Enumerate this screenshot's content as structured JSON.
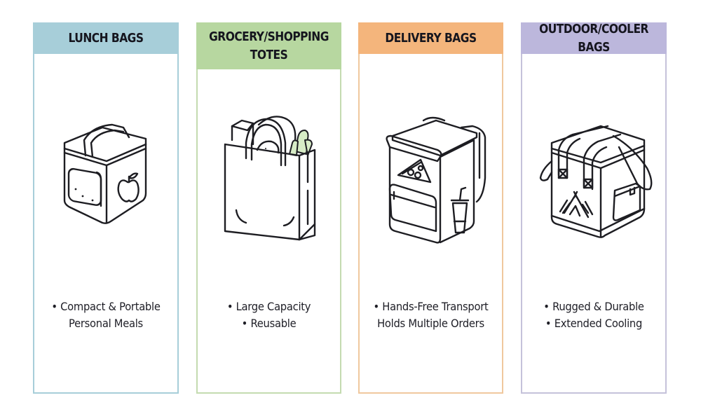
{
  "colors": {
    "lunch": "#a7ced9",
    "grocery": "#b7d7a0",
    "delivery": "#f4b57c",
    "outdoor": "#bcb7dc"
  },
  "columns": [
    {
      "title": "LUNCH BAGS",
      "icon": "lunch-cooler-bag-icon",
      "features": [
        "• Compact & Portable",
        "Personal Meals"
      ]
    },
    {
      "title": "GROCERY/SHOPPING TOTES",
      "title_lines": [
        "GROCERY/SHOPPING",
        "TOTES"
      ],
      "icon": "grocery-tote-bag-icon",
      "features": [
        "• Large Capacity",
        "• Reusable"
      ]
    },
    {
      "title": "DELIVERY BAGS",
      "icon": "delivery-backpack-icon",
      "features": [
        "• Hands-Free Transport",
        "Holds Multiple Orders"
      ]
    },
    {
      "title": "OUTDOOR/COOLER BAGS",
      "icon": "outdoor-cooler-bag-icon",
      "features": [
        "• Rugged & Durable",
        "• Extended Cooling"
      ]
    }
  ]
}
